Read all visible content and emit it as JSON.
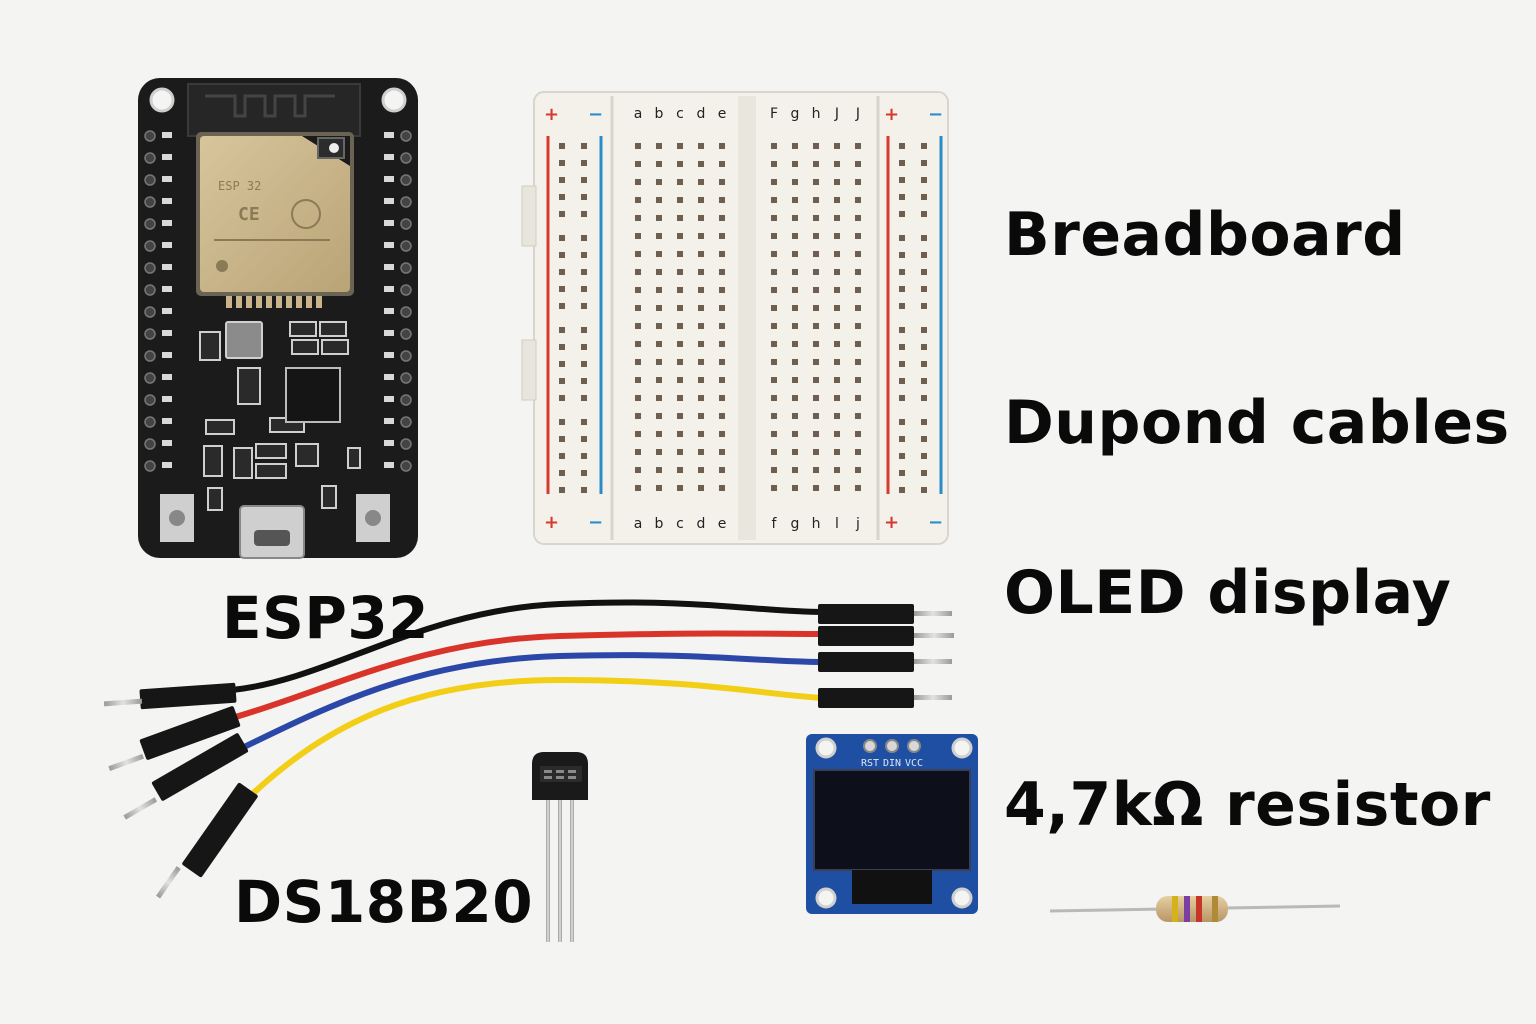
{
  "labels": {
    "breadboard": "Breadboard",
    "dupont": "Dupond cables",
    "oled": "OLED display",
    "resistor": "4,7kΩ resistor",
    "esp32": "ESP32",
    "ds18b20": "DS18B20"
  },
  "breadboard": {
    "columns_left": [
      "a",
      "b",
      "c",
      "d",
      "e"
    ],
    "columns_right_top": [
      "F",
      "g",
      "h",
      "J",
      "J"
    ],
    "columns_right_bottom": [
      "f",
      "g",
      "h",
      "l",
      "j"
    ],
    "rail_plus": "+",
    "rail_minus": "−"
  },
  "esp32_module": {
    "marking": "ESP 32",
    "ce_mark": "CE"
  },
  "oled_module": {
    "pins": [
      "RST",
      "DIN",
      "VCC"
    ]
  },
  "colors": {
    "background": "#f4f4f2",
    "pcb_black": "#1b1b1b",
    "module_shield": "#c9b48a",
    "breadboard": "#f3f1ea",
    "rail_red": "#d63a2f",
    "rail_blue": "#2a8bc9",
    "wire_black": "#111111",
    "wire_red": "#d8342a",
    "wire_blue": "#2b47a8",
    "wire_yellow": "#f2cf16",
    "oled_pcb": "#1f4fa3",
    "oled_screen": "#0d0f1a"
  }
}
